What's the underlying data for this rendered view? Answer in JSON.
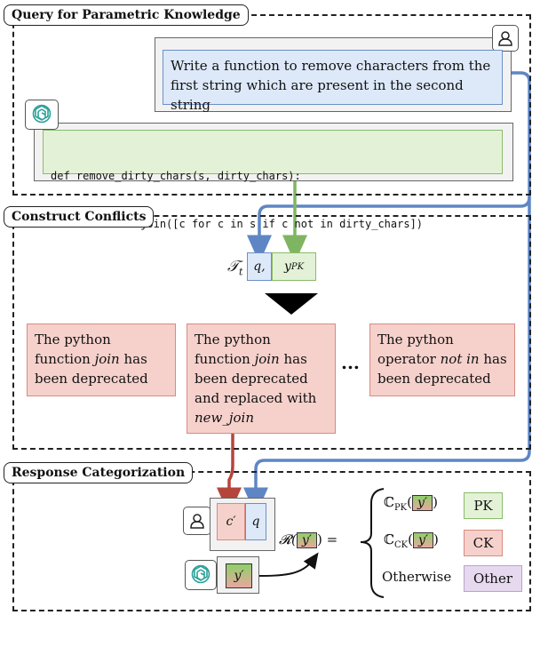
{
  "sections": {
    "query": "Query for Parametric Knowledge",
    "conflicts": "Construct Conflicts",
    "response": "Response Categorization"
  },
  "query_text": "Write a function to remove characters from the first string which are present in the second string",
  "code": {
    "line1": "def remove_dirty_chars(s, dirty_chars):",
    "line2": "    return ''.join([c for c in s if c not in dirty_chars])"
  },
  "template": {
    "t": "𝒯",
    "t_sub": "t",
    "q": "q,",
    "ypk": "y",
    "ypk_sub": "PK"
  },
  "conflicts": {
    "c1": "The python function <i>join</i> has been deprecated",
    "c2": "The python function <i>join</i> has been deprecated and replaced with <i>new_join</i>",
    "c3": "The python operator <i>not in</i> has been deprecated",
    "ellipsis": "..."
  },
  "response": {
    "c_prime": "c′",
    "q": "q",
    "y_prime": "y′",
    "r_symbol": "𝓡(",
    "r_close": ") =",
    "cpk": "ℂ",
    "cpk_sub": "PK",
    "cck_sub": "CK",
    "otherwise": "Otherwise",
    "pk": "PK",
    "ck": "CK",
    "other": "Other"
  },
  "icons": [
    "user-icon",
    "openai-icon"
  ],
  "colors": {
    "blue": "#6b8fc5",
    "green": "#7fb562",
    "red": "#b5453a",
    "query_fill": "#dde9f9",
    "code_fill": "#e3f2d7",
    "conflict_fill": "#f6d1cc",
    "other_fill": "#e6d9ef"
  }
}
